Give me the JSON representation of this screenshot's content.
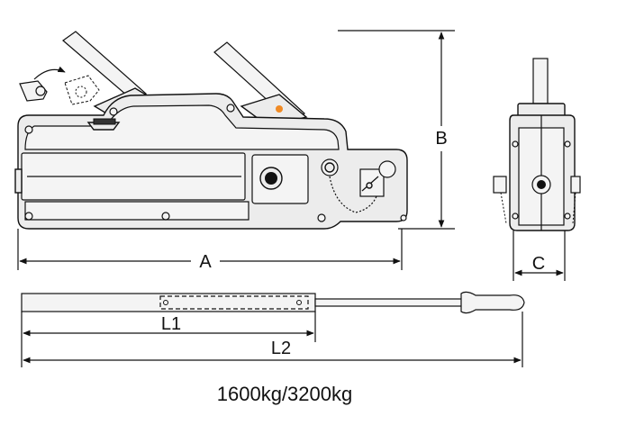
{
  "dimensions": {
    "A": "A",
    "B": "B",
    "C": "C",
    "L1": "L1",
    "L2": "L2"
  },
  "caption": "1600kg/3200kg",
  "colors": {
    "body": "#ececec",
    "outline": "#111111",
    "indicator_dot": "#f08a24"
  }
}
